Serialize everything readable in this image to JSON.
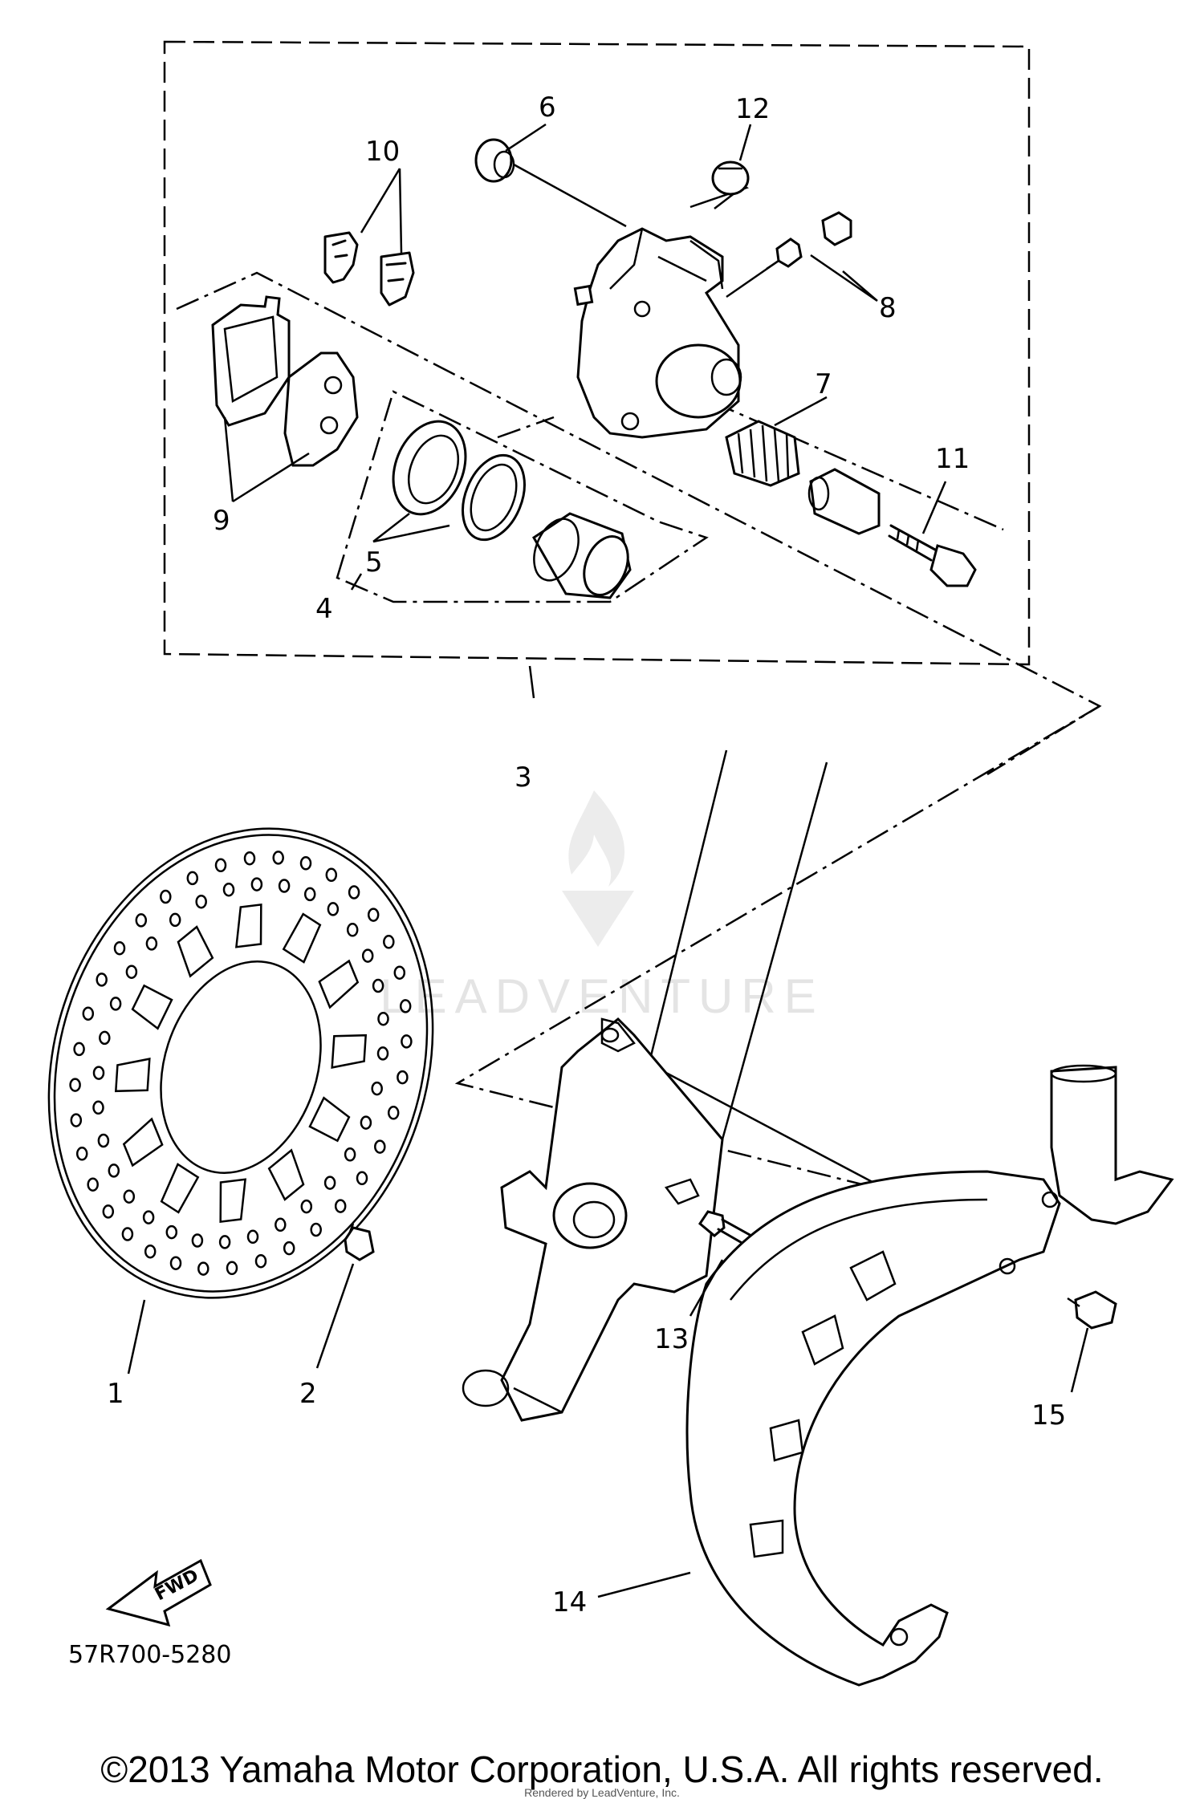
{
  "diagram": {
    "part_labels": [
      "1",
      "2",
      "3",
      "4",
      "5",
      "6",
      "7",
      "8",
      "9",
      "10",
      "11",
      "12",
      "13",
      "14",
      "15"
    ],
    "catalog_code": "57R700-5280",
    "direction_marker": "FWD",
    "watermark": "LEADVENTURE"
  },
  "footer": {
    "copyright": "©2013 Yamaha Motor Corporation, U.S.A. All rights reserved.",
    "credit": "Rendered by LeadVenture, Inc."
  }
}
